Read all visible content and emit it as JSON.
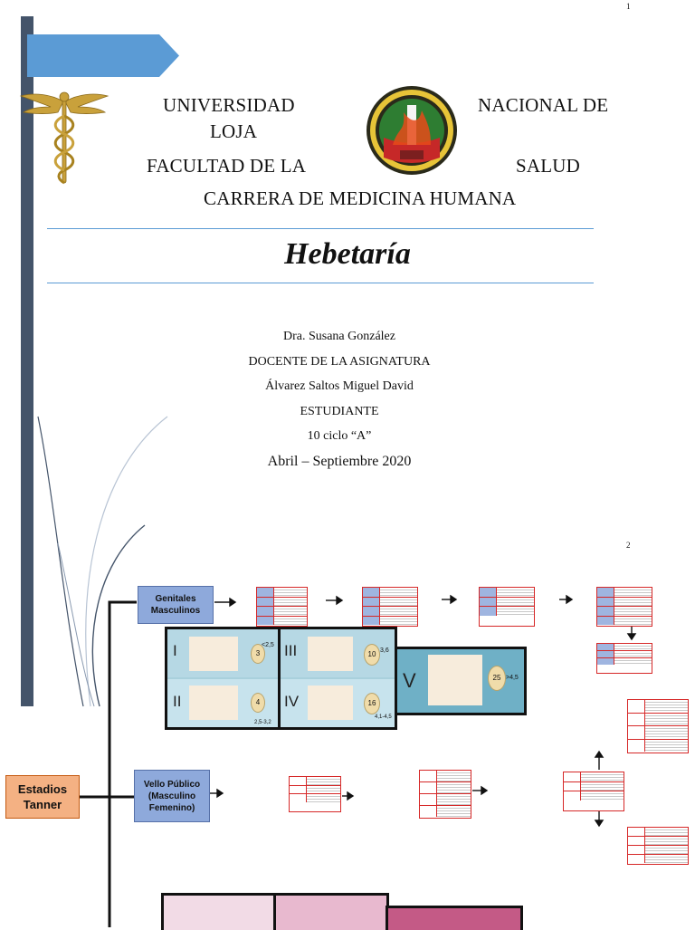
{
  "page_numbers": {
    "first": "1",
    "second": "2"
  },
  "header": {
    "line1_left": "UNIVERSIDAD",
    "line1_right": "NACIONAL DE",
    "line2": "LOJA",
    "line3_left": "FACULTAD DE LA",
    "line3_right": "SALUD",
    "line4": "CARRERA DE MEDICINA HUMANA"
  },
  "document_title": "Hebetaría",
  "credits": {
    "teacher_name": "Dra. Susana González",
    "teacher_role": "DOCENTE DE LA ASIGNATURA",
    "student_name": "Álvarez Saltos Miguel David",
    "student_role": "ESTUDIANTE",
    "cycle": "10 ciclo “A”",
    "period": "Abril – Septiembre 2020"
  },
  "flowchart": {
    "root": "Estadios Tanner",
    "branch_genitales": "Genitales Masculinos",
    "branch_vello": "Vello Público (Masculino Femenino)",
    "stages": {
      "s1": "I",
      "s2": "II",
      "s3": "III",
      "s4": "IV",
      "s5": "V",
      "v1": "3",
      "v2": "4",
      "v3": "10",
      "v4": "16",
      "v5": "25",
      "m1": "<2,5",
      "m2": "2,5-3,2",
      "m3": "3,6",
      "m4": "4,1-4,5",
      "m5": ">4,5"
    }
  },
  "colors": {
    "sidebar": "#44546a",
    "banner": "#5b9bd5",
    "rule": "#5b9bd5",
    "label_blue": "#8ea9db",
    "label_orange": "#f4b183",
    "table_red": "#d62828"
  }
}
